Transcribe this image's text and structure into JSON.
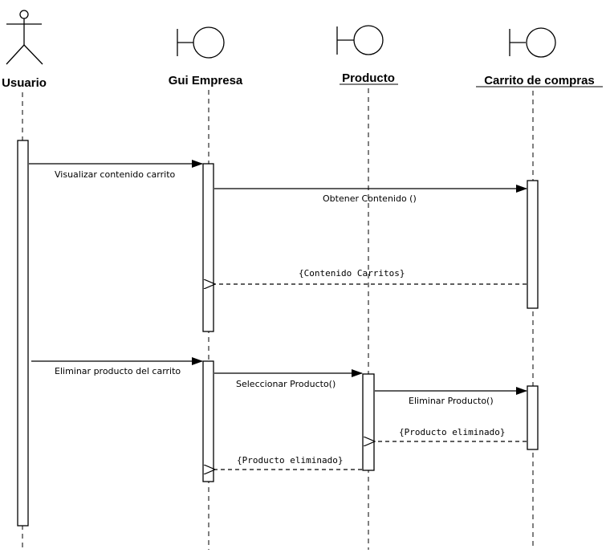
{
  "participants": [
    {
      "id": "usuario",
      "label": "Usuario",
      "kind": "actor",
      "underline": false
    },
    {
      "id": "gui",
      "label": "Gui Empresa",
      "kind": "boundary",
      "underline": false
    },
    {
      "id": "producto",
      "label": "Producto",
      "kind": "boundary",
      "underline": true
    },
    {
      "id": "carrito",
      "label": "Carrito de compras",
      "kind": "boundary",
      "underline": true
    }
  ],
  "messages": [
    {
      "label": "Visualizar contenido carrito",
      "from": "usuario",
      "to": "gui",
      "type": "sync"
    },
    {
      "label": "Obtener Contenido ()",
      "from": "gui",
      "to": "carrito",
      "type": "sync"
    },
    {
      "label": "{Contenido Carritos}",
      "from": "carrito",
      "to": "gui",
      "type": "return"
    },
    {
      "label": "Eliminar producto del carrito",
      "from": "usuario",
      "to": "gui",
      "type": "sync"
    },
    {
      "label": "Seleccionar Producto()",
      "from": "gui",
      "to": "producto",
      "type": "sync"
    },
    {
      "label": "Eliminar Producto()",
      "from": "producto",
      "to": "carrito",
      "type": "sync"
    },
    {
      "label": "{Producto eliminado}",
      "from": "carrito",
      "to": "producto",
      "type": "return"
    },
    {
      "label": "{Producto eliminado}",
      "from": "producto",
      "to": "gui",
      "type": "return"
    }
  ]
}
